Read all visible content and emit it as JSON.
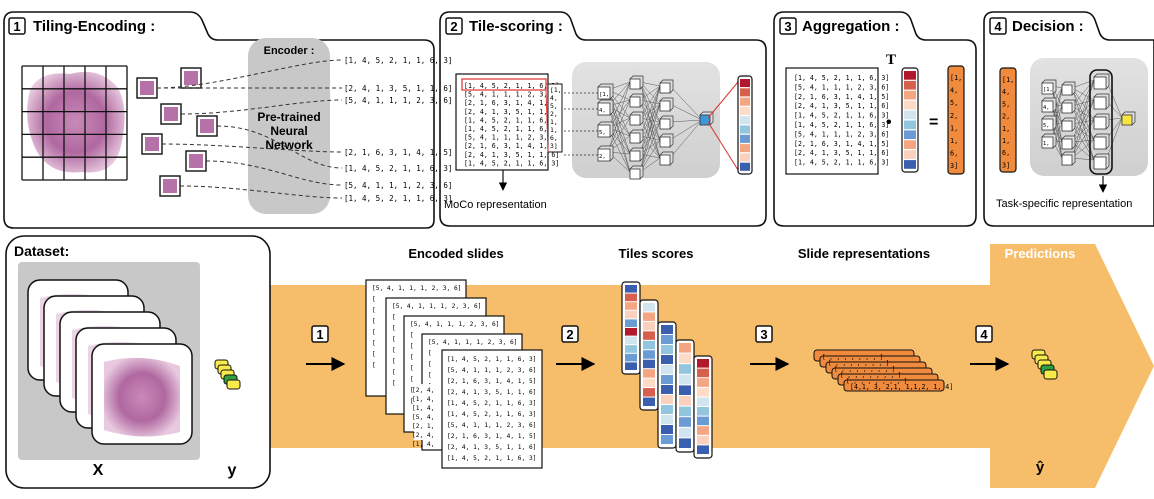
{
  "panels": {
    "p1": {
      "num": "1",
      "title": "Tiling-Encoding :"
    },
    "p2": {
      "num": "2",
      "title": "Tile-scoring :"
    },
    "p3": {
      "num": "3",
      "title": "Aggregation :"
    },
    "p4": {
      "num": "4",
      "title": "Decision :"
    }
  },
  "encoder": {
    "heading": "Encoder :",
    "line1": "Pre-trained",
    "line2": "Neural",
    "line3": "Network"
  },
  "tile_vectors": [
    "[1, 4, 5, 2, 1, 1, 6, 3]",
    "[2, 4, 1, 3, 5, 1, 1, 6]",
    "[5, 4, 1, 1, 1, 2, 3, 6]",
    "[2, 1, 6, 3, 1, 4, 1, 5]",
    "[1, 4, 5, 2, 1, 1, 6, 3]",
    "[5, 4, 1, 1, 1, 2, 3, 6]",
    "[1, 4, 5, 2, 1, 1, 6, 3]"
  ],
  "matrix_rows": [
    "[1, 4, 5, 2, 1, 1, 6, 3]",
    "[5, 4, 1, 1, 1, 2, 3, 6]",
    "[2, 1, 6, 3, 1, 4, 1, 5]",
    "[2, 4, 1, 3, 5, 1, 1, 6]",
    "[1, 4, 5, 2, 1, 1, 6, 3]",
    "[1, 4, 5, 2, 1, 1, 6, 3]",
    "[5, 4, 1, 1, 1, 2, 3, 6]",
    "[2, 1, 6, 3, 1, 4, 1, 5]",
    "[2, 4, 1, 3, 5, 1, 1, 6]",
    "[1, 4, 5, 2, 1, 1, 6, 3]"
  ],
  "column_vector": [
    "[1,",
    "4,",
    "5,",
    "2,",
    "1,",
    "1,",
    "6,",
    "3]"
  ],
  "input_nodes": [
    "[1,",
    "4,",
    "5,",
    "2,"
  ],
  "decision_nodes": [
    "[1,",
    "4,",
    "5,",
    "1,"
  ],
  "labels": {
    "moco": "MoCo representation",
    "transpose": "T",
    "dot": "•",
    "equals": "=",
    "task": "Task-specific representation"
  },
  "score_colors": [
    "#b2182b",
    "#d6604d",
    "#f4a582",
    "#fddbc7",
    "#d1e5f0",
    "#92c5de",
    "#6a9bd4",
    "#f4a582",
    "#fbd0bd",
    "#3a5fae"
  ],
  "bottom": {
    "dataset": "Dataset:",
    "x_label": "X",
    "y_label": "y",
    "encoded": "Encoded slides",
    "scores": "Tiles scores",
    "slide_rep": "Slide representations",
    "predictions": "Predictions",
    "yhat": "ŷ",
    "steps": [
      "1",
      "2",
      "3",
      "4"
    ],
    "enc_row": "[5, 4, 1, 1, 1, 2, 3, 6]",
    "front_rows": [
      "[1, 4, 5, 2, 1, 1, 6, 3]",
      "[5, 4, 1, 1, 1, 2, 3, 6]",
      "[2, 1, 6, 3, 1, 4, 1, 5]",
      "[2, 4, 1, 3, 5, 1, 1, 6]",
      "[1, 4, 5, 2, 1, 1, 6, 3]",
      "[1, 4, 5, 2, 1, 1, 6, 3]",
      "[5, 4, 1, 1, 1, 2, 3, 6]",
      "[2, 1, 6, 3, 1, 4, 1, 5]",
      "[2, 4, 1, 3, 5, 1, 1, 6]",
      "[1, 4, 5, 2, 1, 1, 6, 3]"
    ],
    "slide_vec": "[4,1, 3, 2,1, 1,1,2, 1, 4]"
  }
}
